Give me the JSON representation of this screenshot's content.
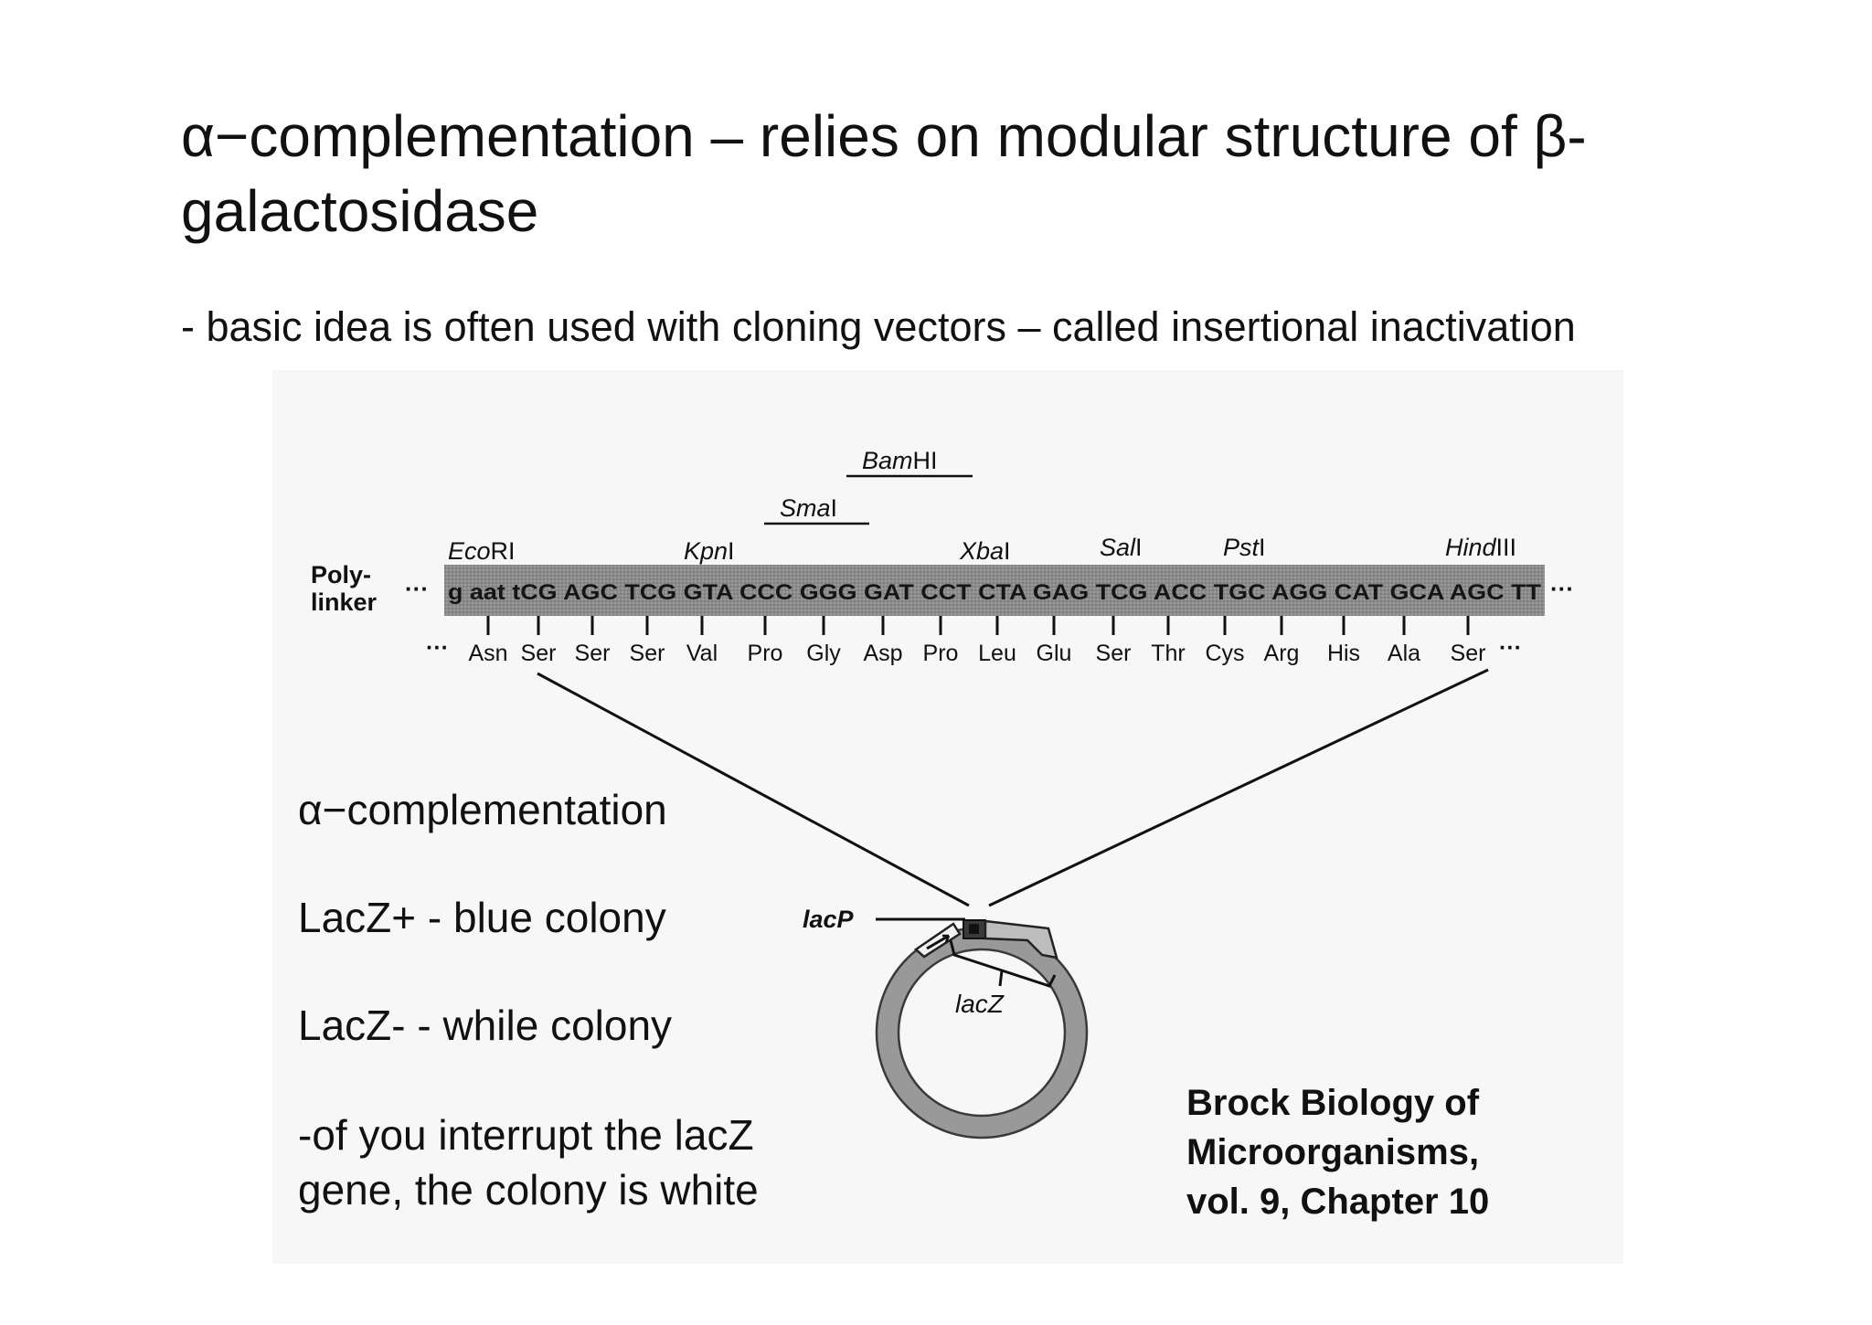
{
  "slide": {
    "title": "α−complementation – relies on modular structure of β-galactosidase",
    "subtitle": "- basic idea is often used with cloning vectors – called insertional inactivation"
  },
  "diagram": {
    "polylinker_label": [
      "Poly-",
      "linker"
    ],
    "left_ellipsis": "···",
    "right_ellipsis": "···",
    "sequence": "g aat tCG AGC TCG GTA CCC GGG GAT CCT CTA GAG TCG ACC TGC AGG CAT GCA AGC TT",
    "amino_acids": [
      "Asn",
      "Ser",
      "Ser",
      "Ser",
      "Val",
      "Pro",
      "Gly",
      "Asp",
      "Pro",
      "Leu",
      "Glu",
      "Ser",
      "Thr",
      "Cys",
      "Arg",
      "His",
      "Ala",
      "Ser"
    ],
    "restriction_sites": [
      {
        "italic": "Eco",
        "roman": "RI"
      },
      {
        "italic": "Kpn",
        "roman": "I"
      },
      {
        "italic": "Sma",
        "roman": "I"
      },
      {
        "italic": "Bam",
        "roman": "HI"
      },
      {
        "italic": "Xba",
        "roman": "I"
      },
      {
        "italic": "Sal",
        "roman": "I"
      },
      {
        "italic": "Pst",
        "roman": "I"
      },
      {
        "italic": "Hind",
        "roman": "III"
      }
    ],
    "plasmid_labels": {
      "promoter": "lacP",
      "gene": "lacZ"
    }
  },
  "notes": {
    "heading": "α−complementation",
    "blue": "LacZ+ - blue colony",
    "white": "LacZ- - while colony",
    "interrupt": [
      "-of you interrupt the lacZ",
      "gene, the colony is white"
    ]
  },
  "citation": [
    "Brock Biology of",
    "Microorganisms,",
    "vol. 9, Chapter 10"
  ],
  "colors": {
    "sequence_band": "#8a8a8a",
    "plasmid": "#9a9a9a",
    "figure_background": "#f7f7f7"
  }
}
